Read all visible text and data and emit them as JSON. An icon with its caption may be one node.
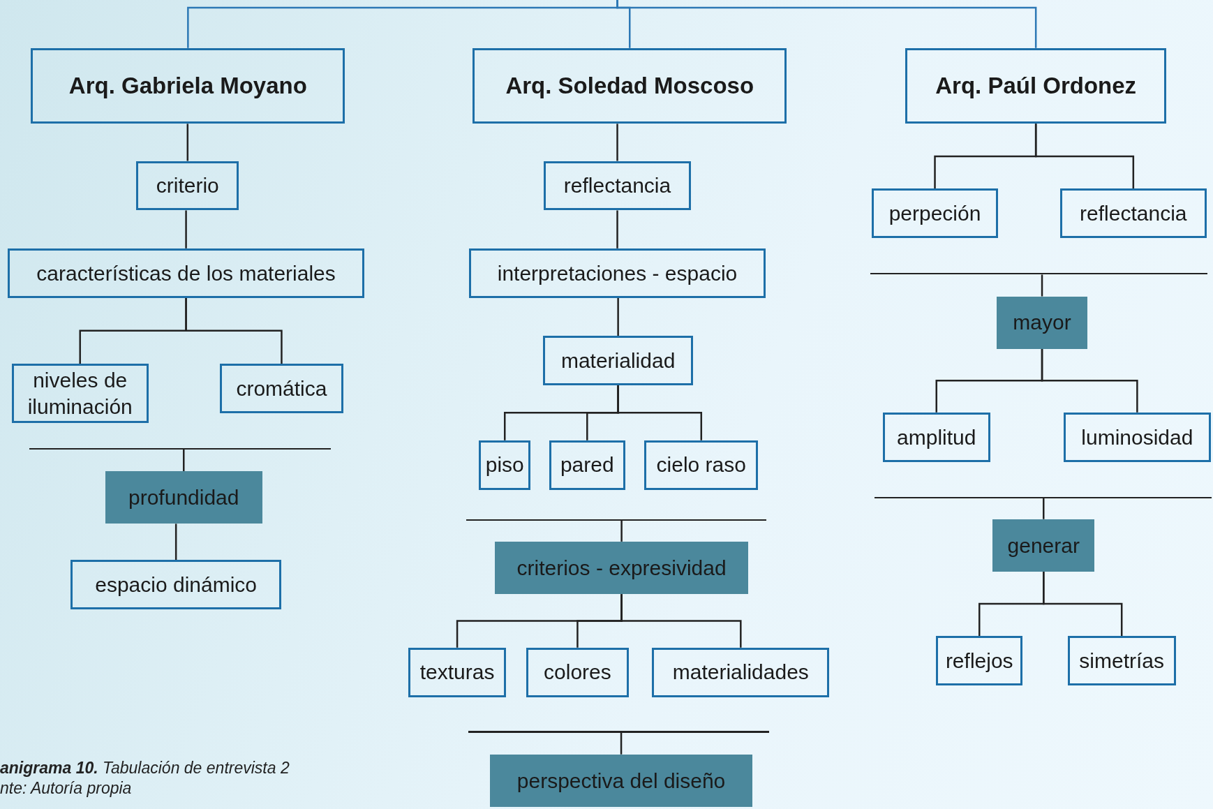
{
  "diagram": {
    "caption": "**anigrama 10.** Tabulación de entrevista 2",
    "nodes": [
      {
        "text": [
          "Arq. Gabriela Moyano"
        ]
      },
      {
        "text": [
          "Arq. Soledad Moscoso"
        ]
      },
      {
        "text": [
          "Arq. Paúl Ordonez"
        ]
      },
      {
        "text": [
          "criterio"
        ]
      },
      {
        "text": [
          "características de los materiales"
        ]
      },
      {
        "text": [
          "niveles de iluminación"
        ]
      },
      {
        "text": [
          "cromática"
        ]
      },
      {
        "text": [],
        "shape": "bar"
      },
      {
        "text": [
          "profundidad"
        ]
      },
      {
        "text": [
          "espacio dinámico"
        ]
      },
      {
        "text": [
          "reflectancia"
        ]
      },
      {
        "text": [
          "interpretaciones - espacio"
        ]
      },
      {
        "text": [
          "materialidad"
        ]
      },
      {
        "text": [
          "piso"
        ]
      },
      {
        "text": [
          "pared"
        ]
      },
      {
        "text": [
          "cielo raso"
        ]
      },
      {
        "text": [],
        "shape": "bar"
      },
      {
        "text": [
          "criterios - expresividad"
        ]
      },
      {
        "text": [
          "texturas"
        ]
      },
      {
        "text": [
          "colores"
        ]
      },
      {
        "text": [
          "materialidades"
        ]
      },
      {
        "text": [],
        "shape": "bar"
      },
      {
        "text": [
          "perspectiva del diseño"
        ]
      },
      {
        "text": [
          "perpeción"
        ]
      },
      {
        "text": [
          "reflectancia"
        ]
      },
      {
        "text": [],
        "shape": "bar"
      },
      {
        "text": [
          "mayor"
        ]
      },
      {
        "text": [
          "amplitud"
        ]
      },
      {
        "text": [
          "luminosidad"
        ]
      },
      {
        "text": [],
        "shape": "bar"
      },
      {
        "text": [
          "generar"
        ]
      },
      {
        "text": [
          "reflejos"
        ]
      },
      {
        "text": [
          "simetrías"
        ]
      }
    ],
    "edges": [
      {
        "from": null,
        "to": 0,
        "arrow": "none",
        "color": "#2c78b5"
      },
      {
        "from": null,
        "to": 1,
        "arrow": "none",
        "color": "#2c78b5"
      },
      {
        "from": null,
        "to": 2,
        "arrow": "none",
        "color": "#2c78b5"
      },
      {
        "from": 0,
        "to": 3,
        "arrow": "none"
      },
      {
        "from": 3,
        "to": 4,
        "arrow": "none"
      },
      {
        "from": 4,
        "to": 5,
        "arrow": "none"
      },
      {
        "from": 4,
        "to": 6,
        "arrow": "none"
      },
      {
        "from": 7,
        "to": 8,
        "arrow": "none"
      },
      {
        "from": 8,
        "to": 9,
        "arrow": "none"
      },
      {
        "from": 1,
        "to": 10,
        "arrow": "none"
      },
      {
        "from": 10,
        "to": 11,
        "arrow": "none"
      },
      {
        "from": 11,
        "to": 12,
        "arrow": "none"
      },
      {
        "from": 12,
        "to": 13,
        "arrow": "none"
      },
      {
        "from": 12,
        "to": 14,
        "arrow": "none"
      },
      {
        "from": 12,
        "to": 15,
        "arrow": "none"
      },
      {
        "from": 16,
        "to": 17,
        "arrow": "none"
      },
      {
        "from": 17,
        "to": 18,
        "arrow": "none"
      },
      {
        "from": 17,
        "to": 19,
        "arrow": "none"
      },
      {
        "from": 17,
        "to": 20,
        "arrow": "none"
      },
      {
        "from": 21,
        "to": 22,
        "arrow": "none"
      },
      {
        "from": 2,
        "to": 23,
        "arrow": "none"
      },
      {
        "from": 2,
        "to": 24,
        "arrow": "none"
      },
      {
        "from": 25,
        "to": 26,
        "arrow": "none"
      },
      {
        "from": 26,
        "to": 27,
        "arrow": "none"
      },
      {
        "from": 26,
        "to": 28,
        "arrow": "none"
      },
      {
        "from": 29,
        "to": 30,
        "arrow": "none"
      },
      {
        "from": 30,
        "to": 31,
        "arrow": "none"
      },
      {
        "from": 30,
        "to": 32,
        "arrow": "none"
      }
    ],
    "labels": [
      "nte: Autoría propia"
    ]
  }
}
